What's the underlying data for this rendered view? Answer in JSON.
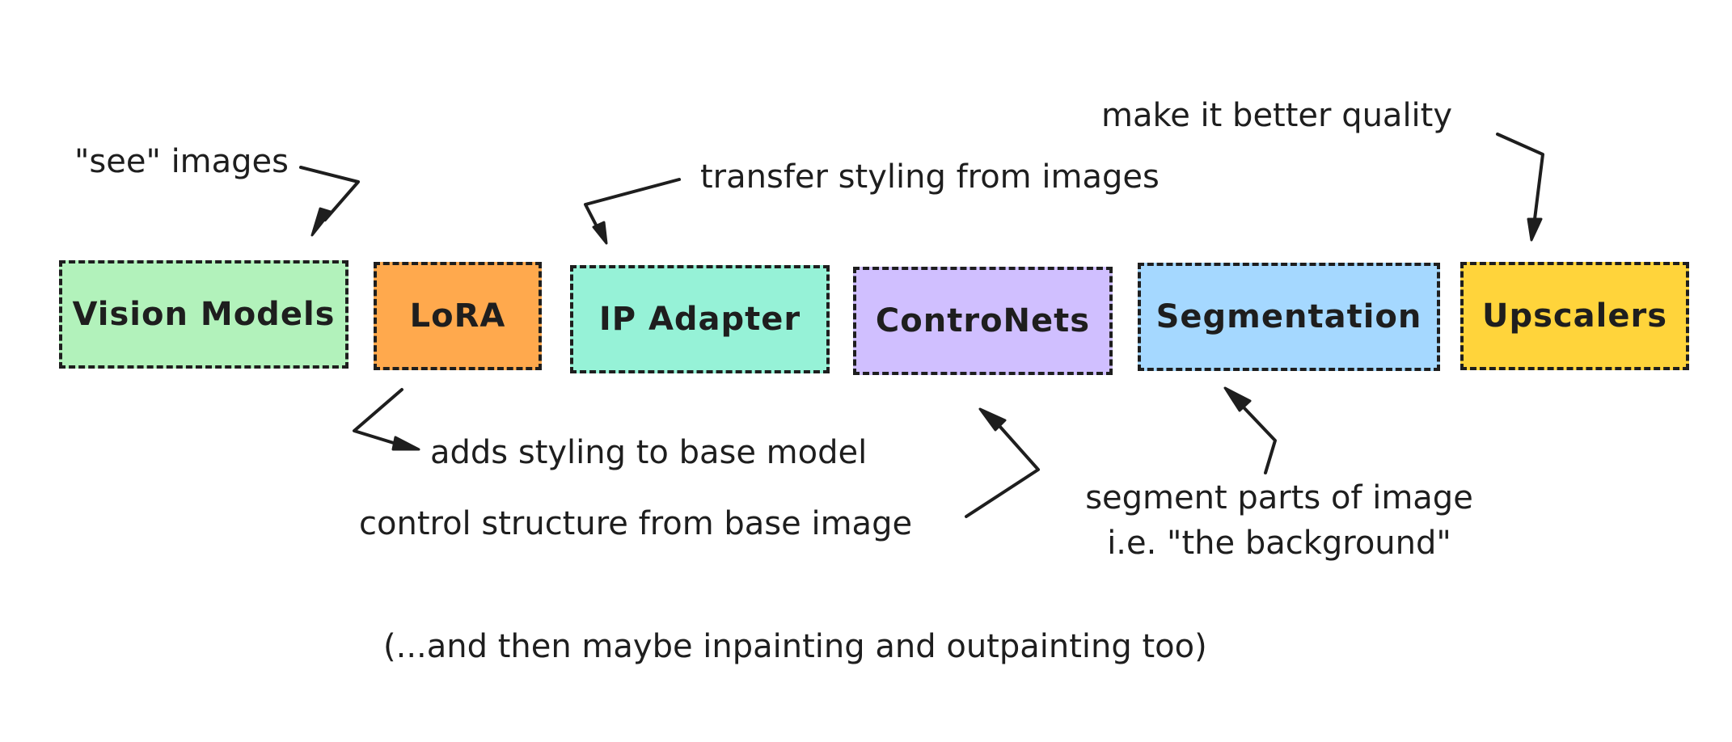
{
  "boxes": [
    {
      "label": "Vision Models",
      "color": "#b2f2bb"
    },
    {
      "label": "LoRA",
      "color": "#ffa94d"
    },
    {
      "label": "IP Adapter",
      "color": "#96f2d7"
    },
    {
      "label": "ControNets",
      "color": "#d0bfff"
    },
    {
      "label": "Segmentation",
      "color": "#a5d8ff"
    },
    {
      "label": "Upscalers",
      "color": "#ffd43b"
    }
  ],
  "annotations": {
    "vision": "\"see\" images",
    "ip_adapter": "transfer styling from images",
    "upscalers": "make it better quality",
    "lora": "adds styling to base model",
    "controlnets": "control structure from base image",
    "segmentation_line1": "segment parts of image",
    "segmentation_line2": "i.e. \"the background\"",
    "footer": "(...and then maybe inpainting and outpainting too)"
  }
}
